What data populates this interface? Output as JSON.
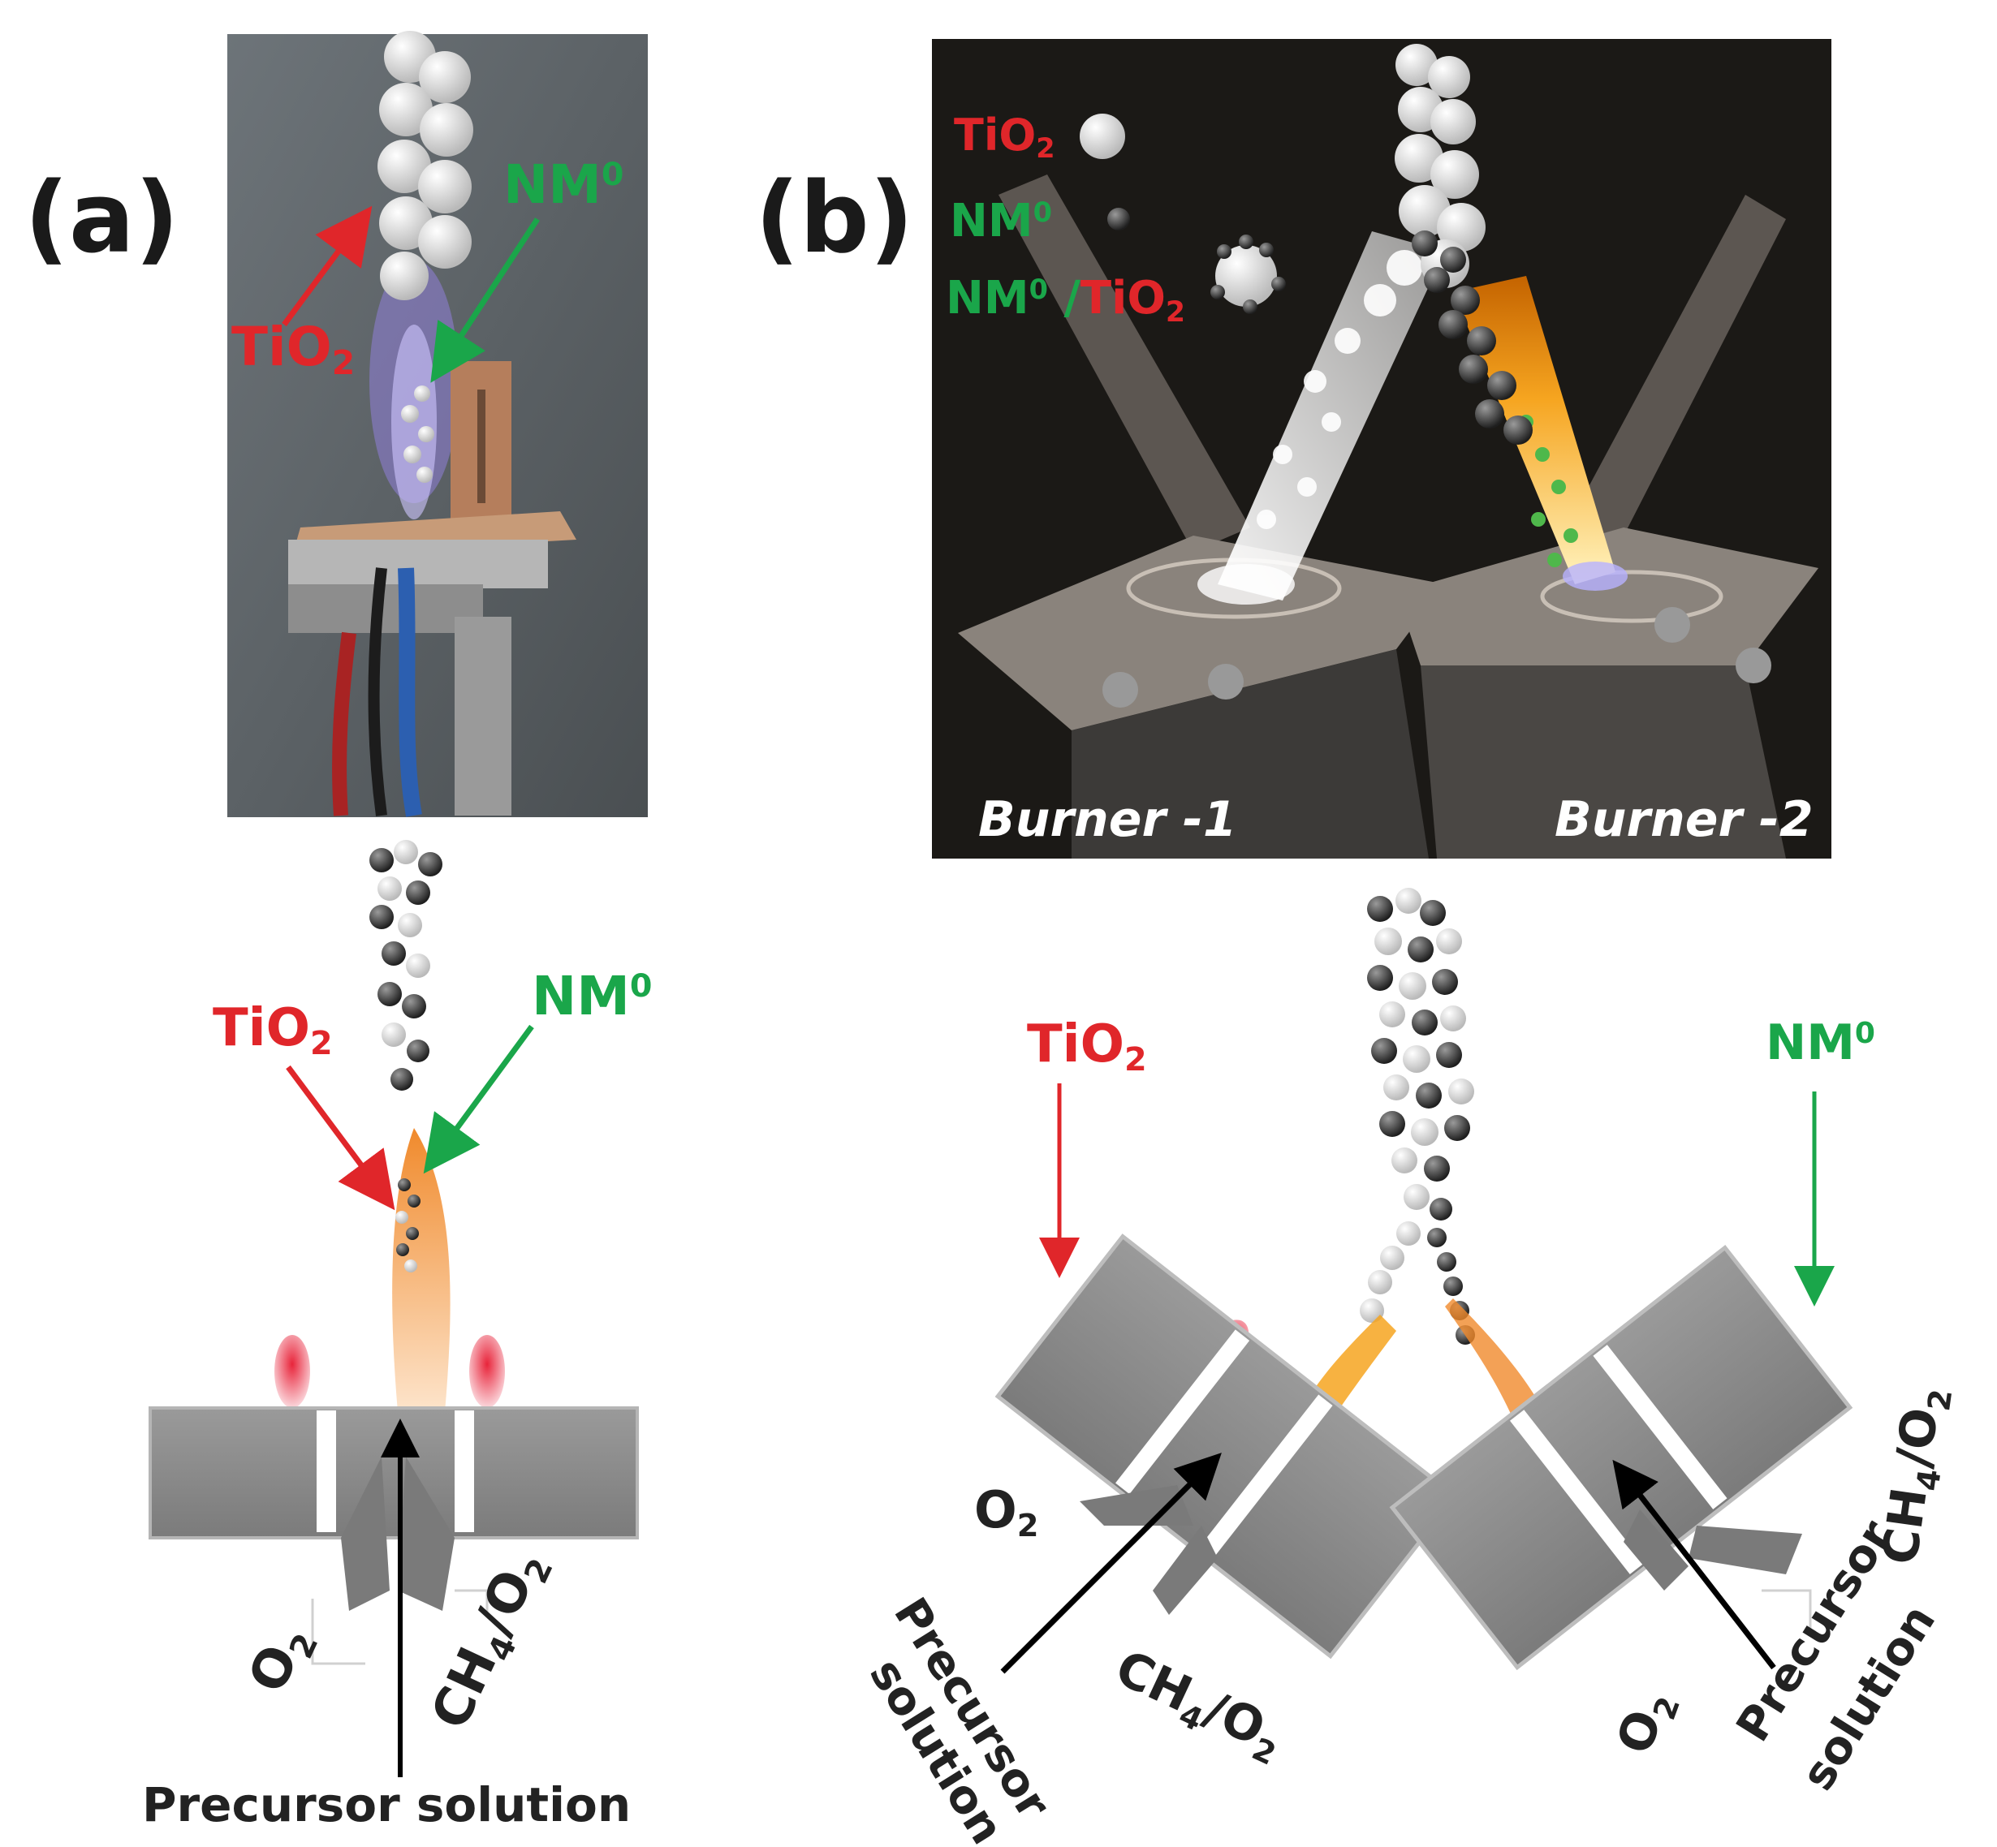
{
  "panel_a": {
    "label": "(a)",
    "photo": {
      "tio2": {
        "main": "TiO",
        "sub": "2"
      },
      "nm": {
        "main": "NM",
        "sup": "0"
      }
    },
    "schematic": {
      "tio2": {
        "main": "TiO",
        "sub": "2"
      },
      "nm": {
        "main": "NM",
        "sup": "0"
      },
      "o2": {
        "main": "O",
        "sub": "2"
      },
      "ch4o2": {
        "pre": "CH",
        "sub": "4",
        "post": "/O",
        "sub2": "2"
      },
      "precursor": "Precursor solution"
    }
  },
  "panel_b": {
    "label": "(b)",
    "legend": {
      "tio2": {
        "main": "TiO",
        "sub": "2"
      },
      "nm": {
        "main": "NM",
        "sup": "0"
      },
      "nm_tio2": {
        "nm": "NM",
        "sup": "0",
        "slash": " /",
        "tio": "TiO",
        "sub": "2"
      }
    },
    "burner1": "Burner -1",
    "burner2": "Burner -2",
    "schematic": {
      "tio2": {
        "main": "TiO",
        "sub": "2"
      },
      "nm": {
        "main": "NM",
        "sup": "0"
      },
      "left_o2": {
        "main": "O",
        "sub": "2"
      },
      "left_precursor_1": "Precursor",
      "left_precursor_2": "solution",
      "left_ch4o2": {
        "pre": "CH",
        "sub": "4",
        "post": "/O",
        "sub2": "2"
      },
      "right_ch4o2": {
        "pre": "CH",
        "sub": "4",
        "post": "/O",
        "sub2": "2"
      },
      "right_o2": {
        "main": "O",
        "sub": "2"
      },
      "right_precursor_1": "Precursor",
      "right_precursor_2": "solution"
    }
  },
  "colors": {
    "red": "#e0262a",
    "green": "#1aa64a",
    "burner_gray": "#8c8c8c",
    "flame_orange": "#f08a2c"
  }
}
